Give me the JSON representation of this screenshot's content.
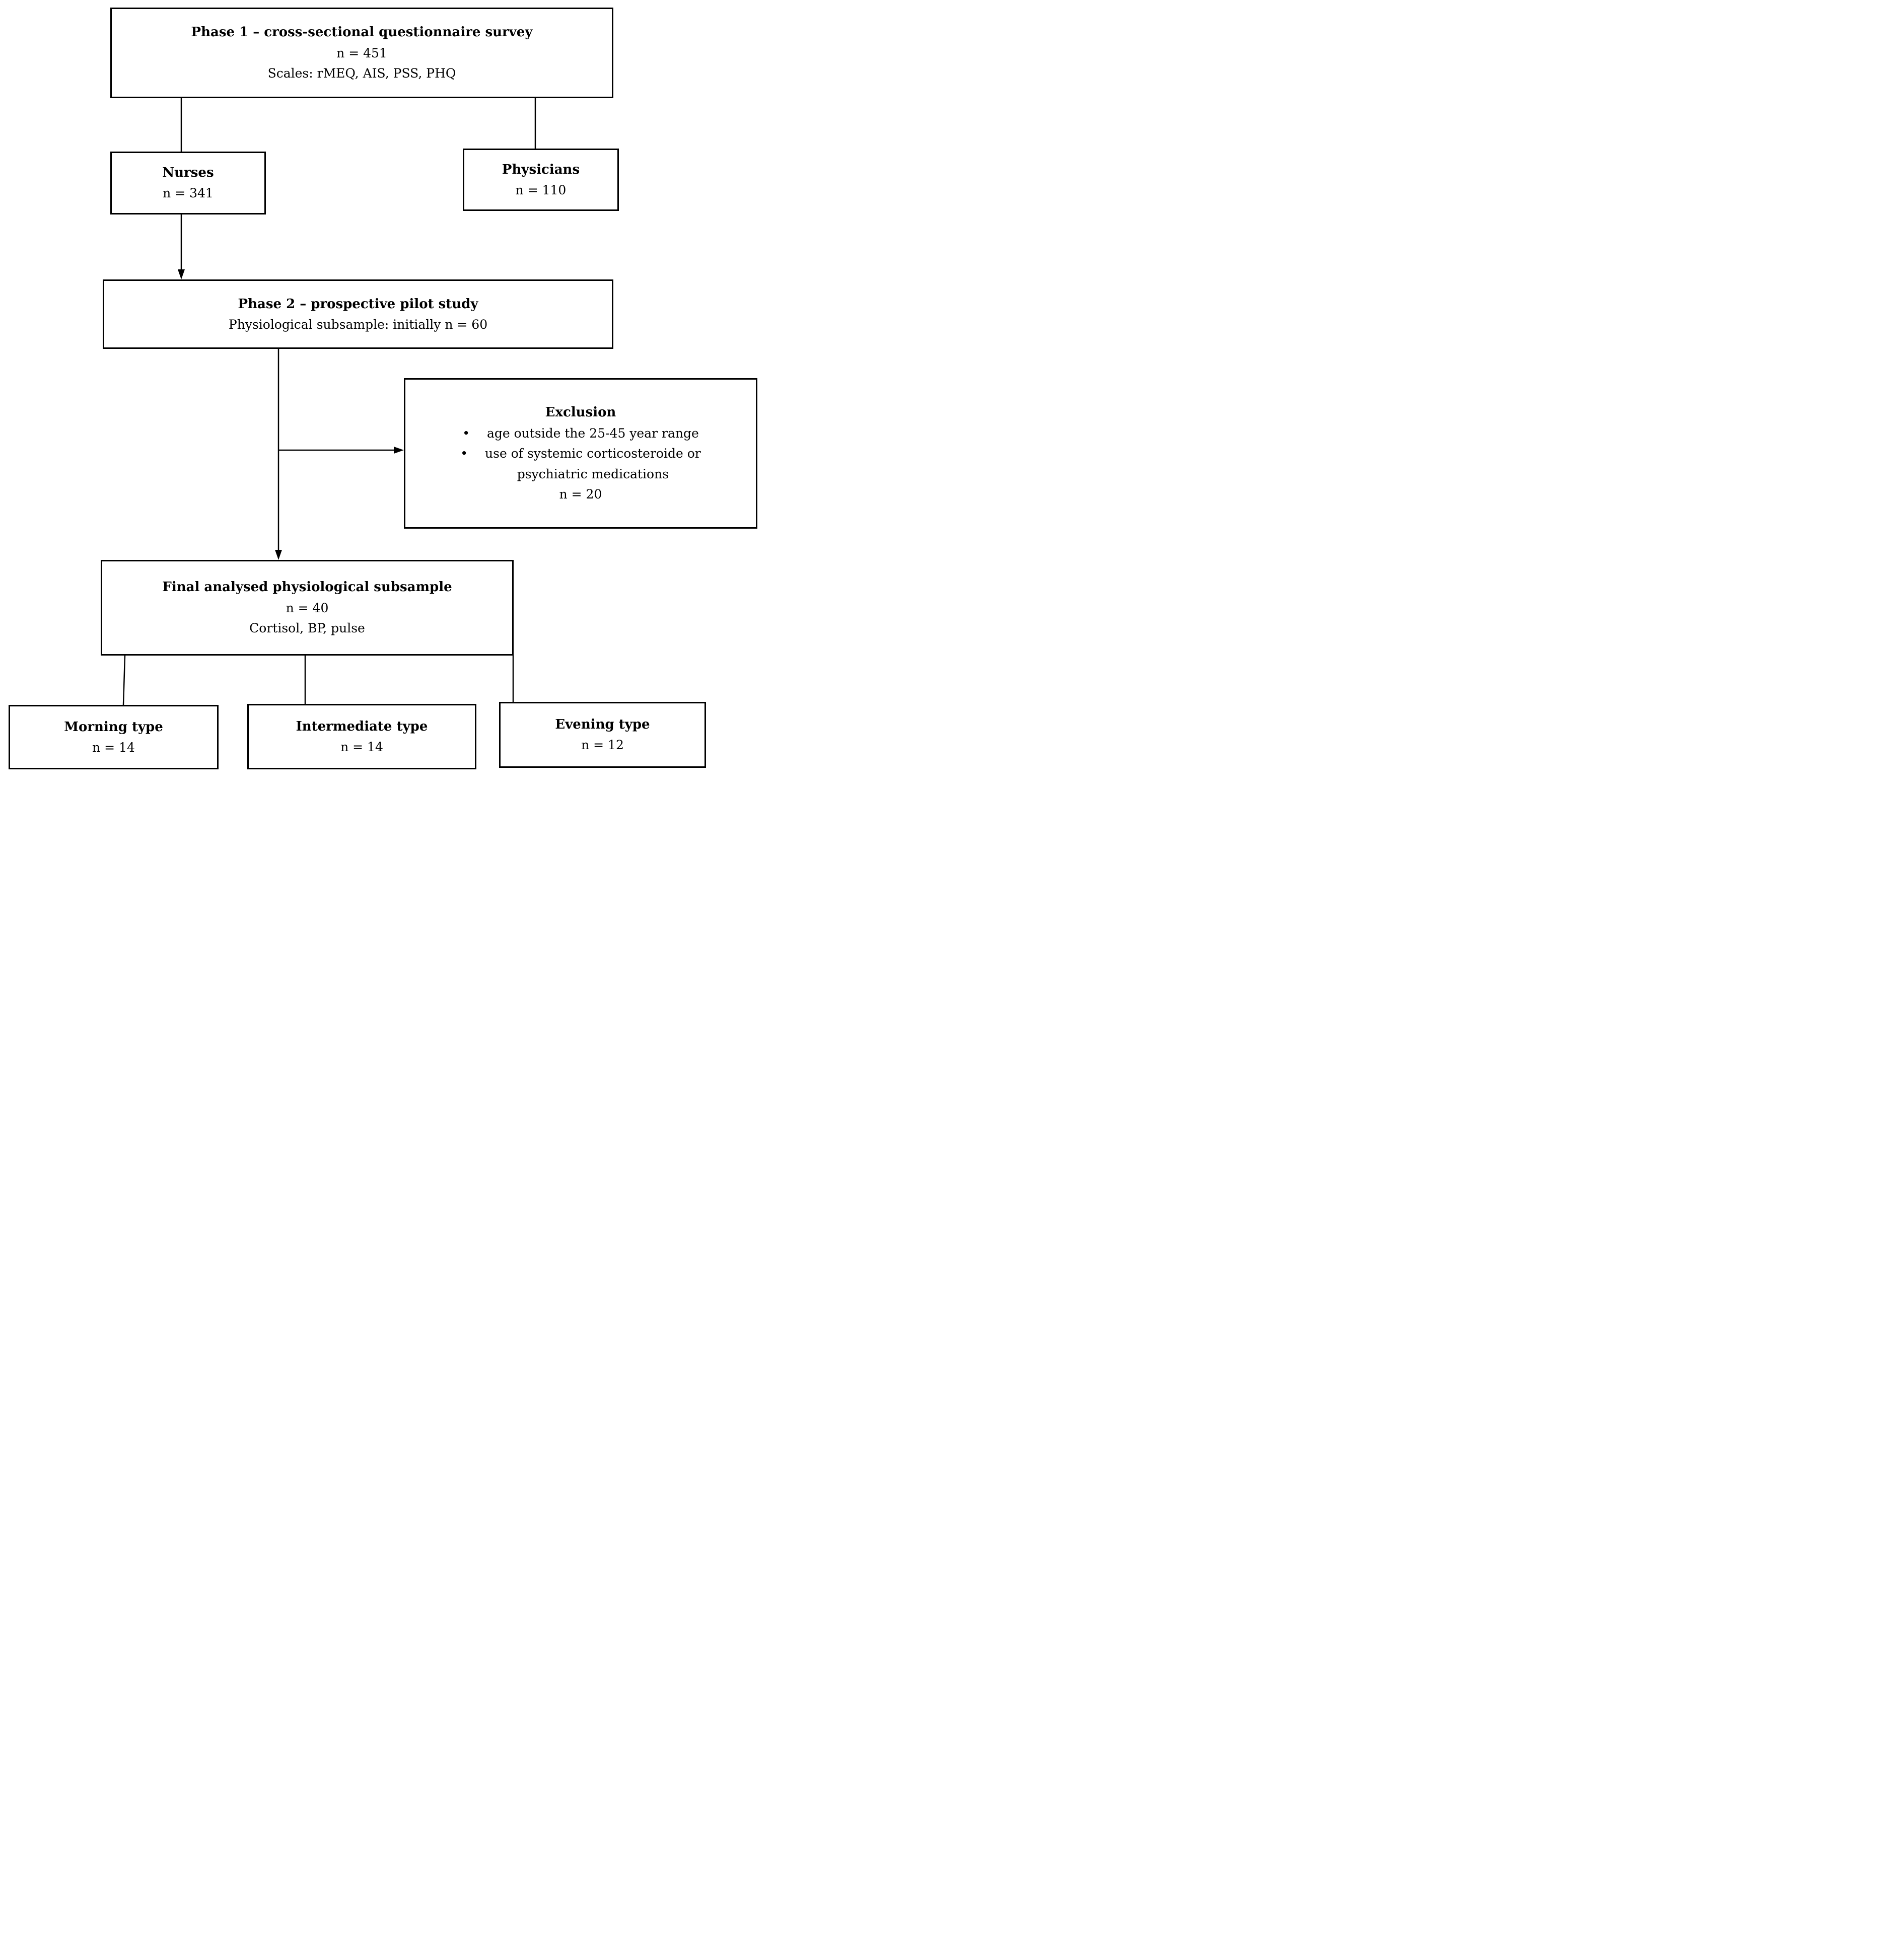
{
  "figure": {
    "colors": {
      "border": "#000000",
      "background": "#ffffff",
      "text": "#000000"
    },
    "bullet_char": "•",
    "boxes": {
      "phase1": {
        "title": "Phase 1 – cross-sectional questionnaire survey",
        "line2": "n = 451",
        "line3": "Scales: rMEQ, AIS, PSS, PHQ"
      },
      "nurses": {
        "title": "Nurses",
        "line2": "n = 341"
      },
      "physicians": {
        "title": "Physicians",
        "line2": "n = 110"
      },
      "phase2": {
        "title": "Phase 2 – prospective pilot study",
        "line2": "Physiological subsample: initially n = 60"
      },
      "exclusion": {
        "title": "Exclusion",
        "bullets": [
          "age outside the 25-45 year range",
          "use of systemic corticosteroide or\npsychiatric medications"
        ],
        "line_n": "n = 20"
      },
      "final": {
        "title": "Final analysed physiological subsample",
        "line2": "n = 40",
        "line3": "Cortisol, BP, pulse"
      },
      "morning": {
        "title": "Morning type",
        "line2": "n = 14"
      },
      "intermediate": {
        "title": "Intermediate type",
        "line2": "n = 14"
      },
      "evening": {
        "title": "Evening type",
        "line2": "n = 12"
      }
    }
  }
}
